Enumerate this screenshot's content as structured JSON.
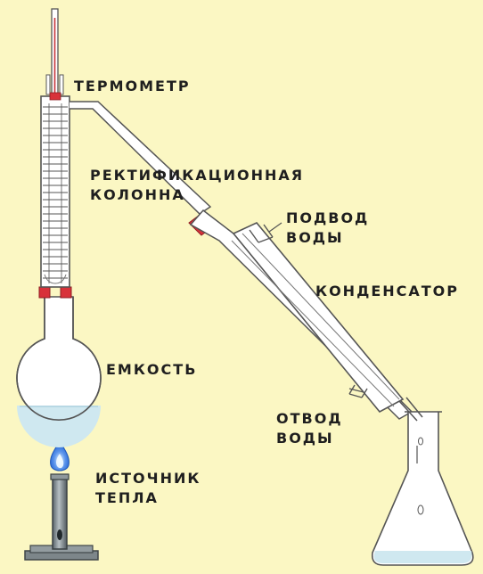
{
  "labels": {
    "thermometer": "ТЕРМОМЕТР",
    "column_line1": "РЕКТИФИКАЦИОННАЯ",
    "column_line2": "КОЛОННА",
    "water_in_line1": "ПОДВОД",
    "water_in_line2": "ВОДЫ",
    "condenser": "КОНДЕНСАТОР",
    "vessel": "ЕМКОСТЬ",
    "water_out_line1": "ОТВОД",
    "water_out_line2": "ВОДЫ",
    "heat_line1": "ИСТОЧНИК",
    "heat_line2": "ТЕПЛА"
  },
  "colors": {
    "background": "#fbf7c3",
    "glass_outline": "#555555",
    "glass_fill": "#ffffff",
    "liquid": "#cfe8f0",
    "stopper": "#d8323a",
    "flame_outer": "#4a86e8",
    "flame_inner": "#f2fbff",
    "burner": "#7f8a8e"
  }
}
